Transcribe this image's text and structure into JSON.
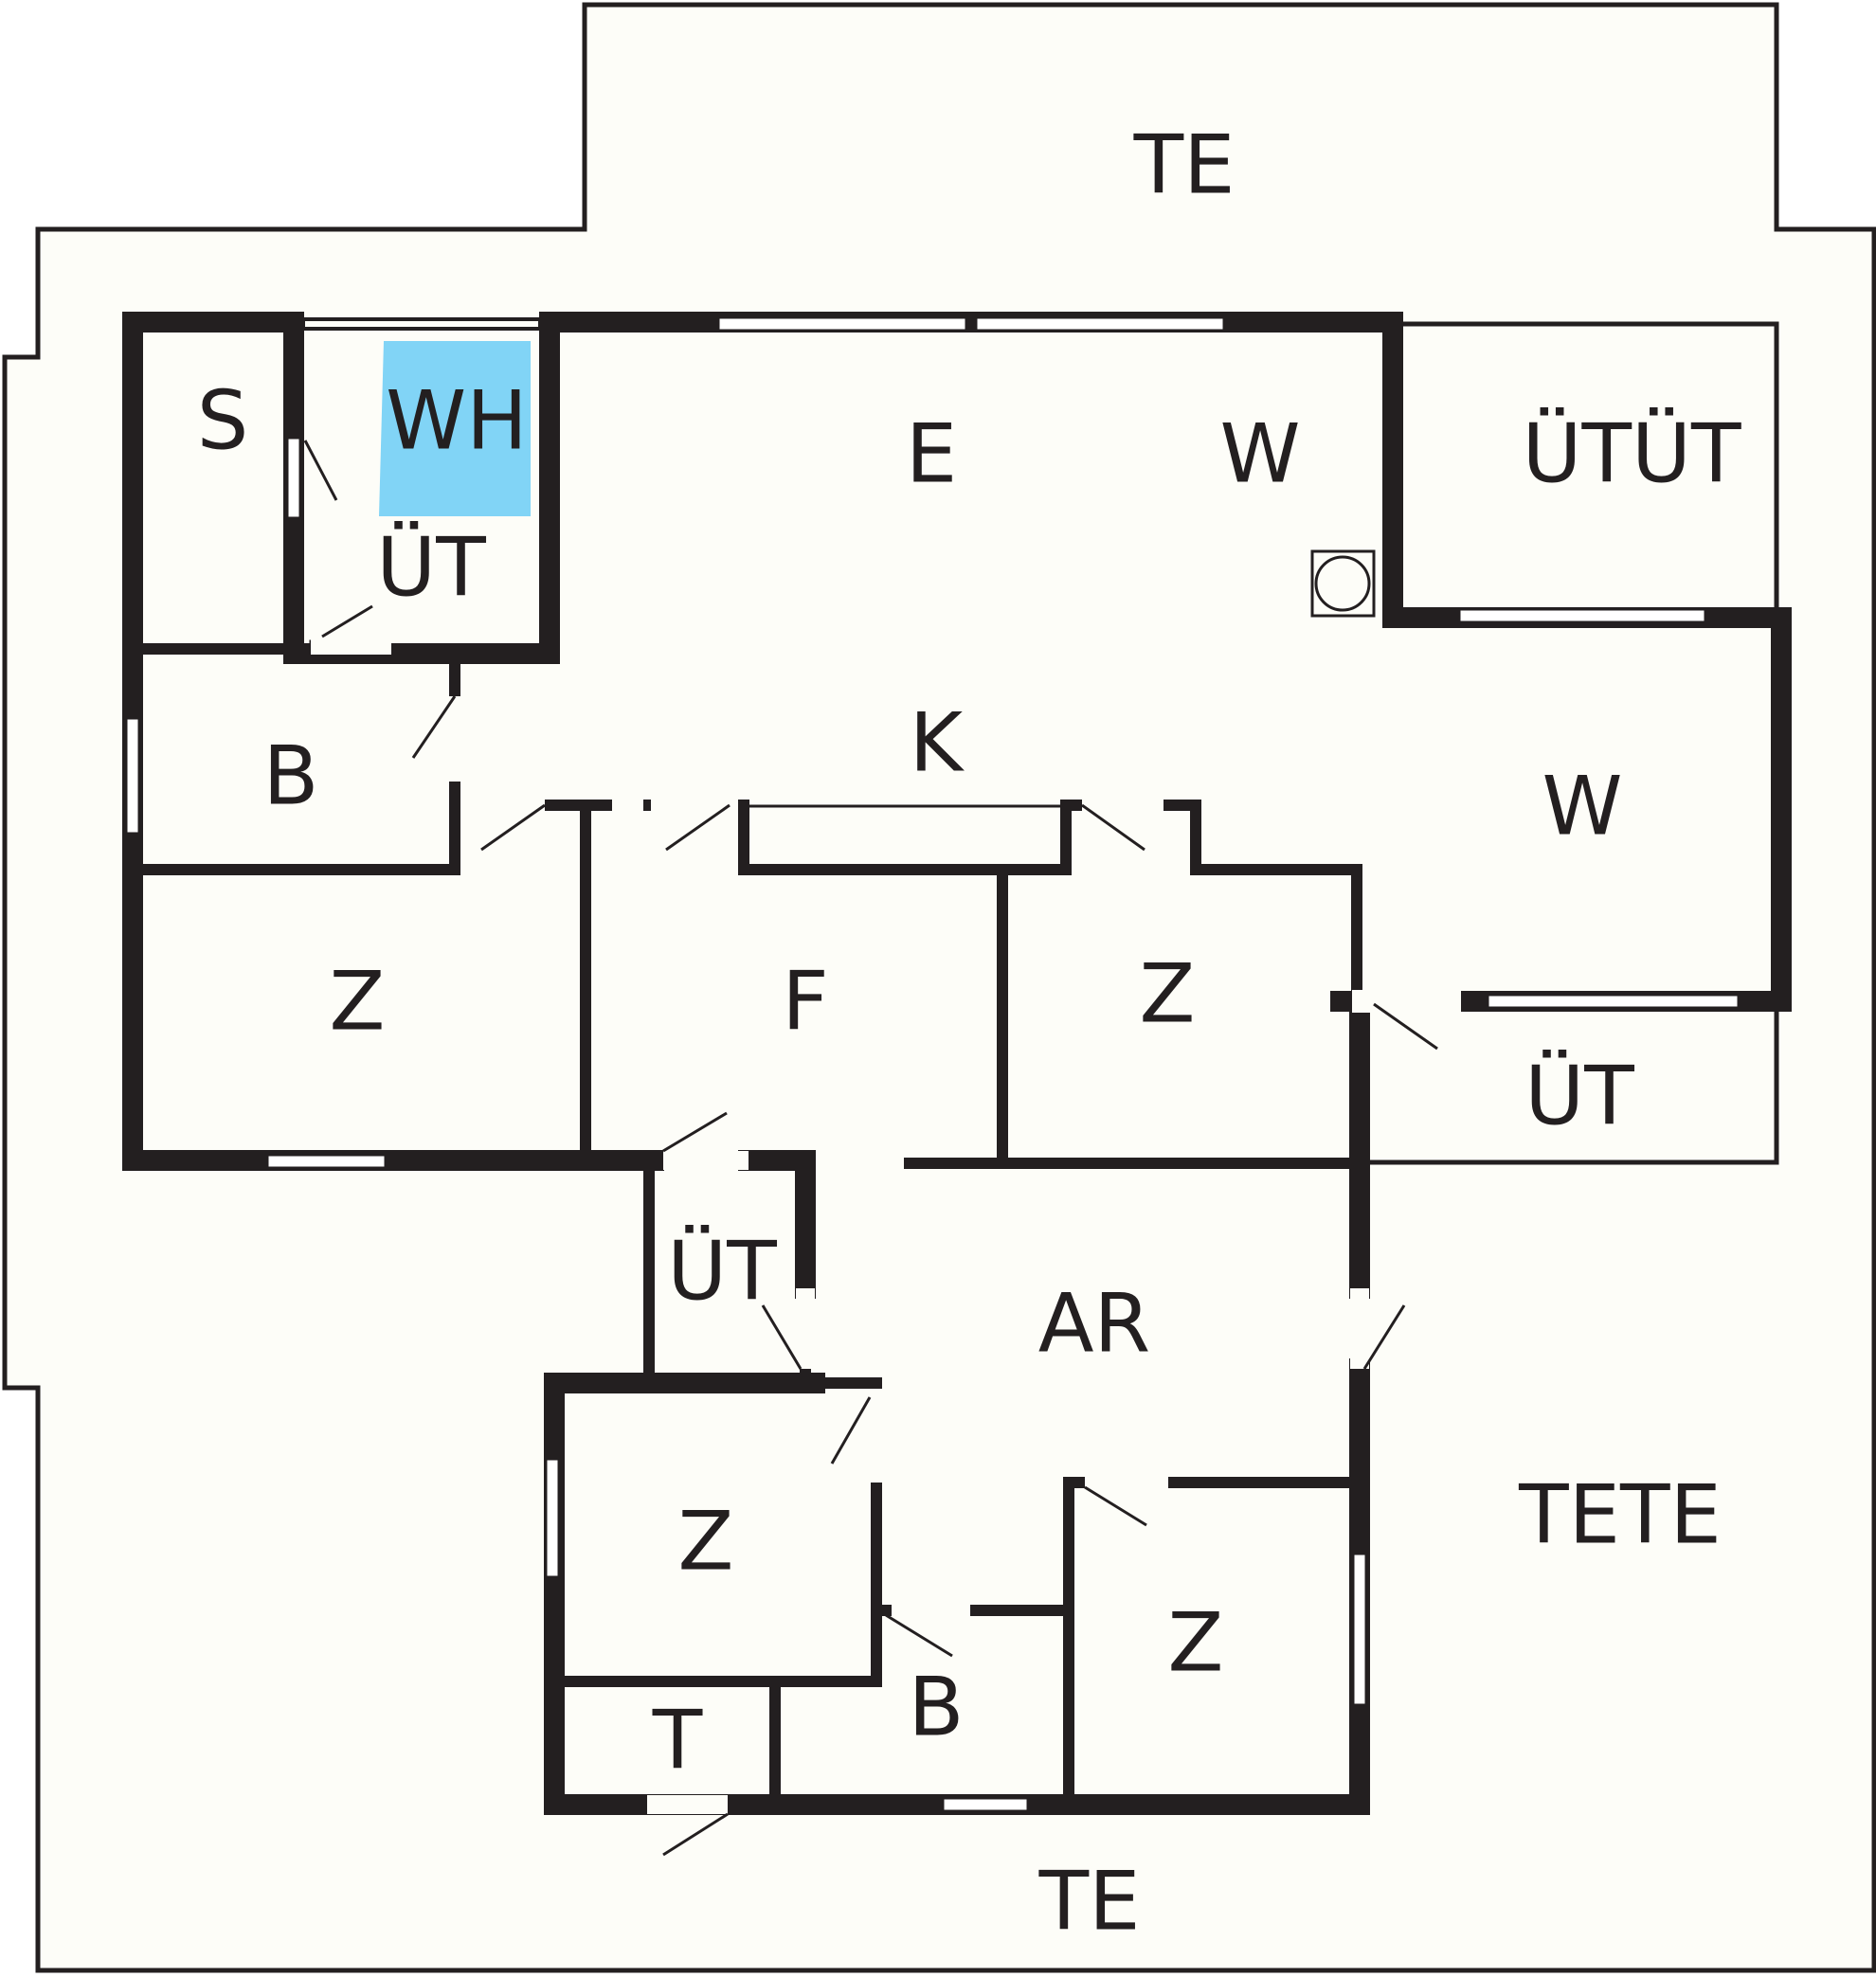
{
  "colors": {
    "background": "#fdfdf8",
    "wall": "#231f20",
    "window": "#ffffff",
    "highlight": "#81d4f6"
  },
  "rooms": [
    {
      "id": "terrace-top",
      "label": "TE"
    },
    {
      "id": "storage",
      "label": "S"
    },
    {
      "id": "wc",
      "label": "WH"
    },
    {
      "id": "hall-top",
      "label": "ÜT"
    },
    {
      "id": "dining",
      "label": "E"
    },
    {
      "id": "living-top",
      "label": "W"
    },
    {
      "id": "glass-hall",
      "label": "ÜTÜT"
    },
    {
      "id": "bath-top",
      "label": "B"
    },
    {
      "id": "kitchen",
      "label": "K"
    },
    {
      "id": "living-right",
      "label": "W"
    },
    {
      "id": "room-left",
      "label": "Z"
    },
    {
      "id": "corridor",
      "label": "F"
    },
    {
      "id": "room-center",
      "label": "Z"
    },
    {
      "id": "hall-right",
      "label": "ÜT"
    },
    {
      "id": "hall-mid",
      "label": "ÜT"
    },
    {
      "id": "workroom",
      "label": "AR"
    },
    {
      "id": "terrace-right",
      "label": "TETE"
    },
    {
      "id": "room-lower-left",
      "label": "Z"
    },
    {
      "id": "room-lower-right",
      "label": "Z"
    },
    {
      "id": "bath-bottom",
      "label": "B"
    },
    {
      "id": "pantry",
      "label": "T"
    },
    {
      "id": "terrace-bottom",
      "label": "TE"
    }
  ]
}
